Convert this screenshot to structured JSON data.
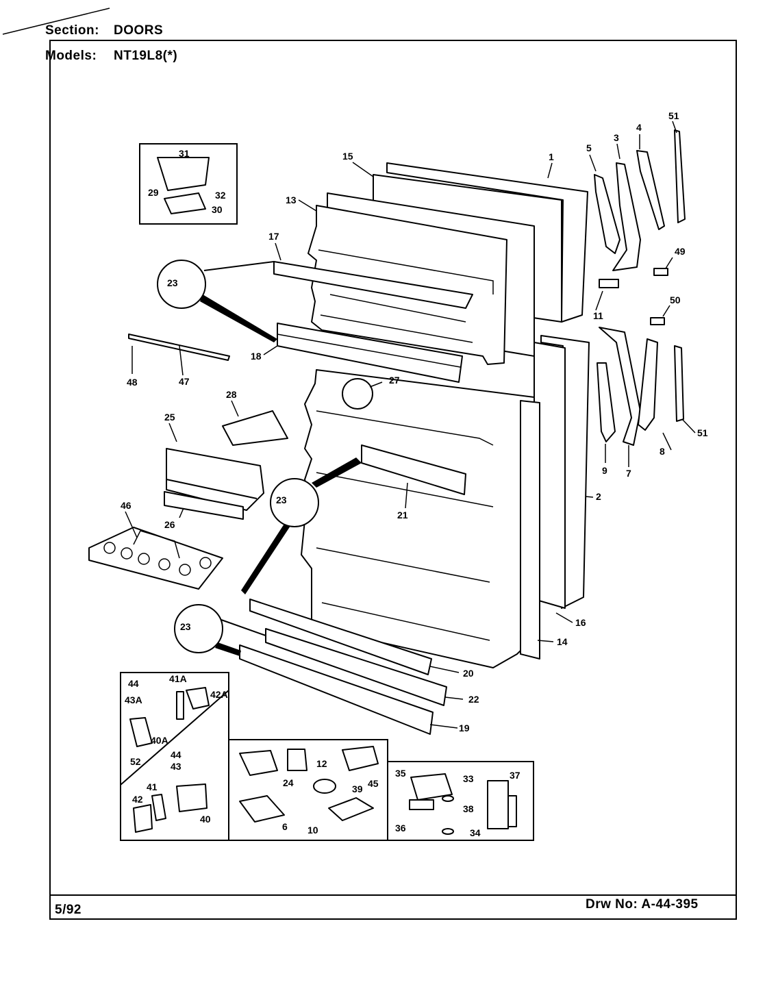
{
  "header": {
    "section_label": "Section:",
    "section_value": "DOORS",
    "models_label": "Models:",
    "models_value": "NT19L8(*)"
  },
  "footer": {
    "date": "5/92",
    "drawing_number": "Drw No: A-44-395"
  },
  "callouts": {
    "p1": "1",
    "p2": "2",
    "p3": "3",
    "p4": "4",
    "p5": "5",
    "p6": "6",
    "p7": "7",
    "p8": "8",
    "p9": "9",
    "p10": "10",
    "p11": "11",
    "p12": "12",
    "p13": "13",
    "p14": "14",
    "p15": "15",
    "p16": "16",
    "p17": "17",
    "p18": "18",
    "p19": "19",
    "p20": "20",
    "p21": "21",
    "p22": "22",
    "p23a": "23",
    "p23b": "23",
    "p23c": "23",
    "p24": "24",
    "p25": "25",
    "p26": "26",
    "p27": "27",
    "p28": "28",
    "p29": "29",
    "p30": "30",
    "p31": "31",
    "p32": "32",
    "p33": "33",
    "p34": "34",
    "p35": "35",
    "p36": "36",
    "p37": "37",
    "p38": "38",
    "p39": "39",
    "p40": "40",
    "p40A": "40A",
    "p41": "41",
    "p41A": "41A",
    "p42": "42",
    "p42A": "42A",
    "p43": "43",
    "p43A": "43A",
    "p44a": "44",
    "p44b": "44",
    "p45": "45",
    "p46": "46",
    "p47": "47",
    "p48": "48",
    "p49": "49",
    "p50": "50",
    "p51a": "51",
    "p51b": "51",
    "p52": "52"
  }
}
